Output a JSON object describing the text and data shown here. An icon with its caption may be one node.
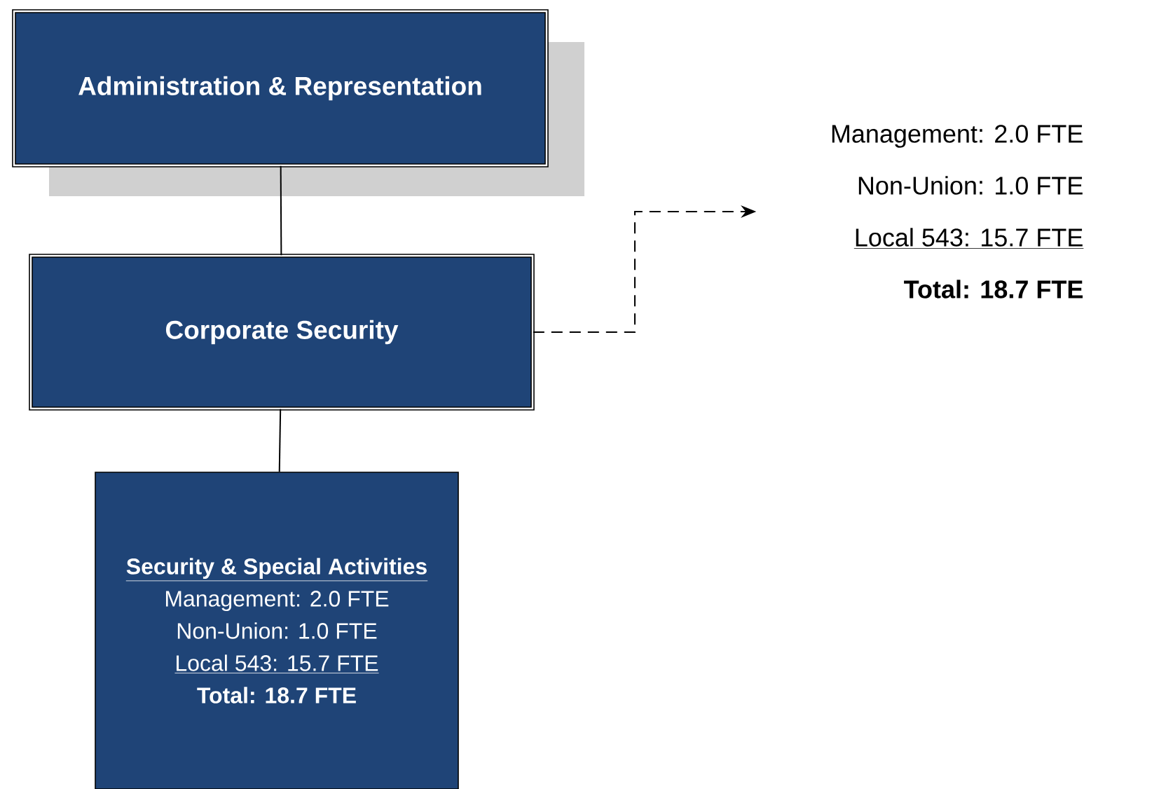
{
  "diagram": {
    "nodes": [
      {
        "text": [
          "Administration & Representation"
        ]
      },
      {
        "text": [
          "Corporate Security"
        ]
      },
      {
        "text": [
          "Security & Special Activities",
          "Management: 2.0 FTE",
          "Non-Union:  1.0 FTE",
          "Local 543: 15.7 FTE",
          "Total: 18.7 FTE"
        ]
      },
      {
        "text": [
          "Management: 2.0 FTE",
          "Non-Union:  1.0 FTE",
          "Local 543: 15.7 FTE",
          "Total: 18.7 FTE"
        ]
      }
    ],
    "edges": [
      {
        "from": 0,
        "to": 1,
        "arrow": "none"
      },
      {
        "from": 1,
        "to": 2,
        "arrow": "none"
      },
      {
        "from": 1,
        "to": 3,
        "arrow": "to",
        "style": "dashed"
      }
    ]
  }
}
